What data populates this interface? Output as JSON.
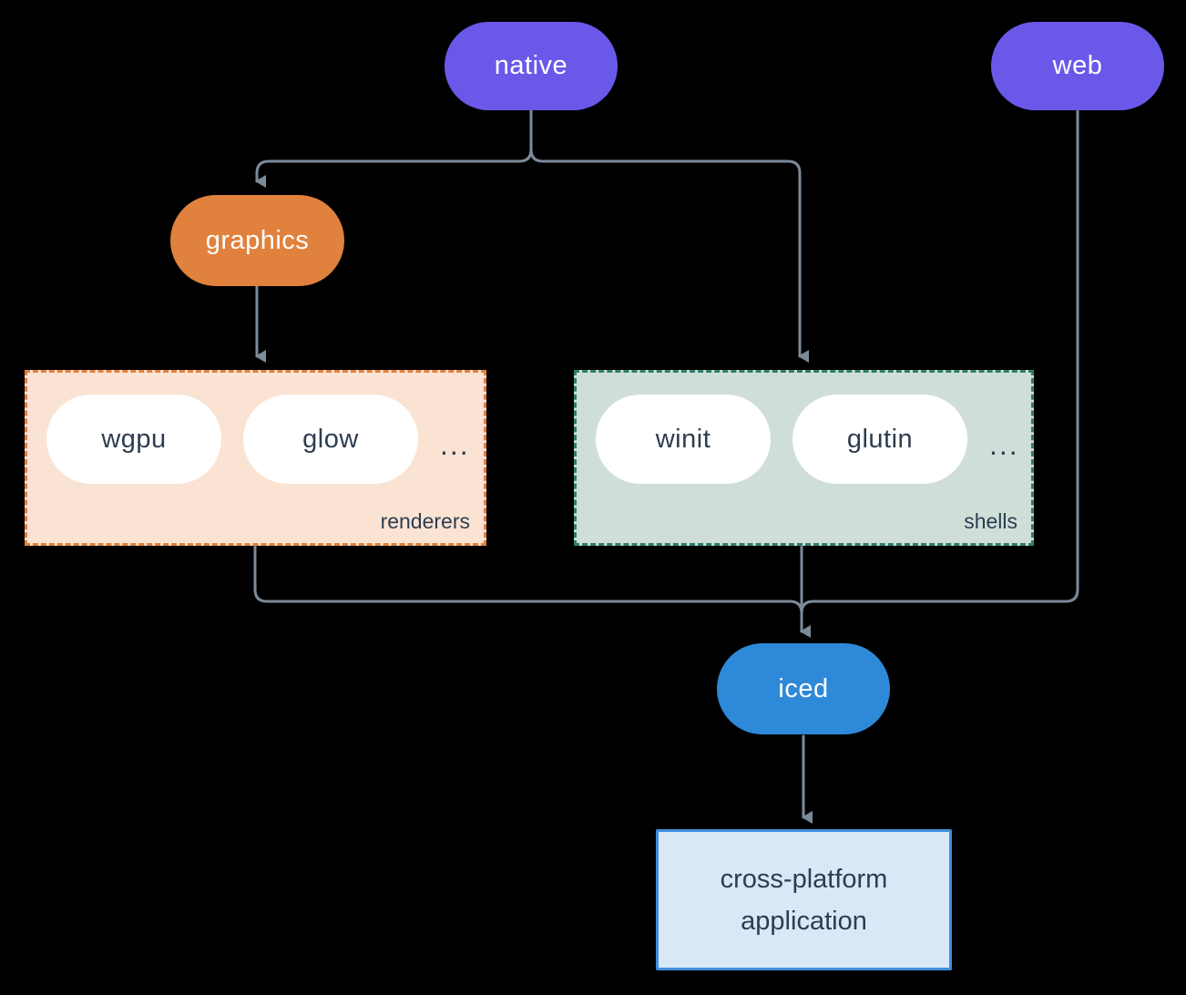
{
  "canvas": {
    "background": "#000000"
  },
  "colors": {
    "platform_fill": "#6a59e8",
    "graphics_fill": "#e0813d",
    "iced_fill": "#2e89d8",
    "renderers_fill": "#fae3d3",
    "renderers_border": "#e0813d",
    "shells_fill": "#cfdfd8",
    "shells_border": "#2f7d6e",
    "app_fill": "#d9e8f7",
    "app_border": "#3e8edb",
    "white_pill_fill": "#ffffff",
    "dark_text": "#2d3d4f",
    "light_text": "#ffffff",
    "connector": "#7c8b9a"
  },
  "nodes": {
    "native": {
      "label": "native"
    },
    "web": {
      "label": "web"
    },
    "graphics": {
      "label": "graphics"
    },
    "iced": {
      "label": "iced"
    }
  },
  "groups": {
    "renderers": {
      "label": "renderers",
      "items": [
        "wgpu",
        "glow"
      ],
      "ellipsis": "..."
    },
    "shells": {
      "label": "shells",
      "items": [
        "winit",
        "glutin"
      ],
      "ellipsis": "..."
    }
  },
  "app": {
    "lines": [
      "cross-platform",
      "application"
    ]
  },
  "edges": [
    "native -> graphics",
    "native -> shells",
    "graphics -> renderers",
    "renderers -> iced",
    "shells -> iced",
    "web -> iced",
    "iced -> cross-platform application"
  ]
}
